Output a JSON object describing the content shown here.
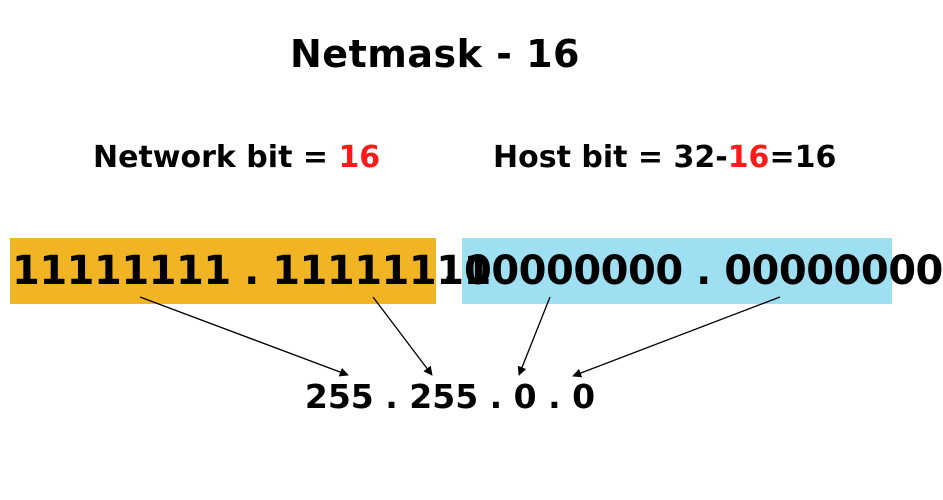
{
  "title": "Netmask - 16",
  "network": {
    "label_prefix": "Network bit = ",
    "value": "16",
    "bits": "11111111 . 11111111",
    "color": "#f0b424"
  },
  "host": {
    "label_prefix": "Host bit = 32-",
    "value": "16",
    "label_suffix": "=16",
    "bits": "00000000 . 00000000",
    "color": "#9fdff2"
  },
  "separator": ".",
  "result": "255 . 255 . 0 . 0",
  "colors": {
    "highlight": "#ff1a1a",
    "text": "#000000"
  }
}
